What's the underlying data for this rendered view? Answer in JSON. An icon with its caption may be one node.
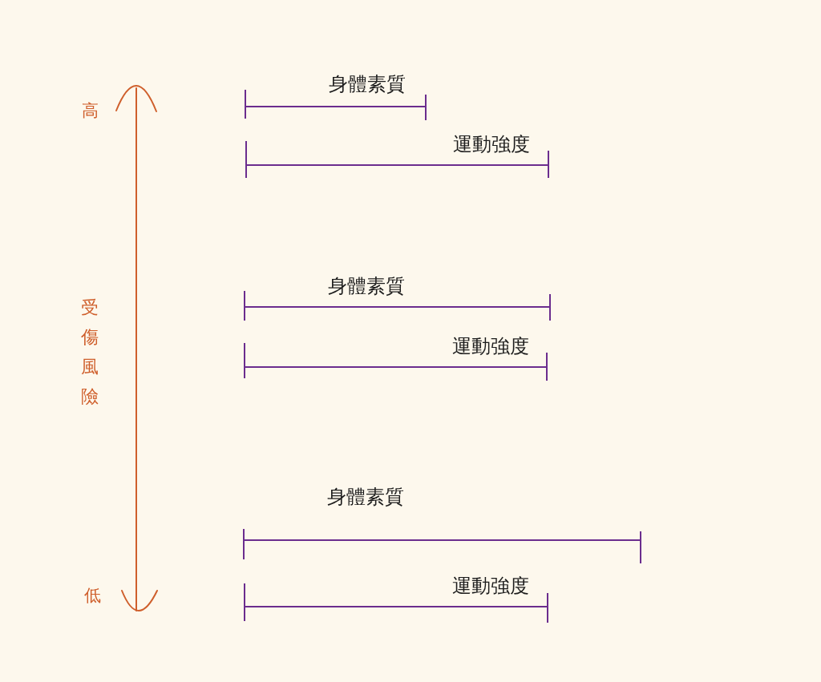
{
  "diagram": {
    "labels": [
      "高",
      "受傷風險",
      "低",
      "身體素質",
      "運動強度",
      "身體素質",
      "運動強度",
      "身體素質",
      "運動強度"
    ]
  }
}
